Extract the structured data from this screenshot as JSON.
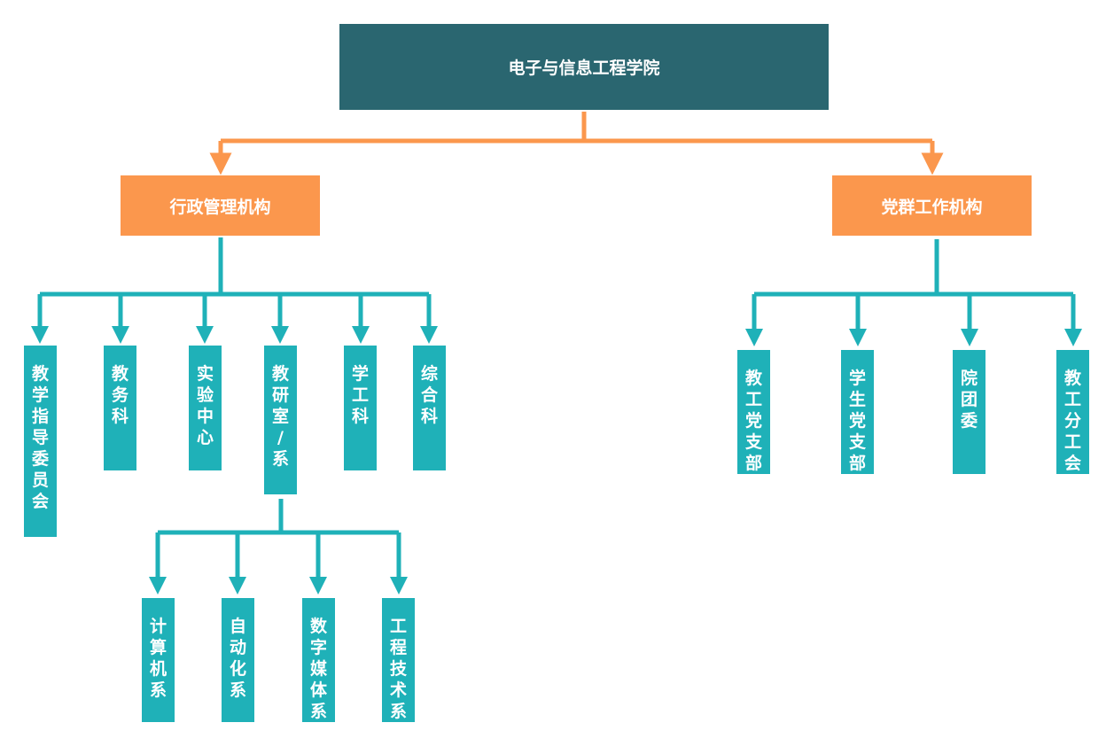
{
  "root": {
    "label": "电子与信息工程学院"
  },
  "branches": [
    {
      "label": "行政管理机构",
      "children": [
        {
          "label": "教学指导委员会"
        },
        {
          "label": "教务科"
        },
        {
          "label": "实验中心"
        },
        {
          "label": "教研室/系",
          "children": [
            {
              "label": "计算机系"
            },
            {
              "label": "自动化系"
            },
            {
              "label": "数字媒体系"
            },
            {
              "label": "工程技术系"
            }
          ]
        },
        {
          "label": "学工科"
        },
        {
          "label": "综合科"
        }
      ]
    },
    {
      "label": "党群工作机构",
      "children": [
        {
          "label": "教工党支部"
        },
        {
          "label": "学生党支部"
        },
        {
          "label": "院团委"
        },
        {
          "label": "教工分工会"
        }
      ]
    }
  ],
  "colors": {
    "root_fill": "#2a6670",
    "branch_fill": "#fb974d",
    "leaf_fill": "#1fb1b8",
    "orange_line": "#fb974d",
    "teal_line": "#1fb1b8",
    "text": "#ffffff"
  }
}
